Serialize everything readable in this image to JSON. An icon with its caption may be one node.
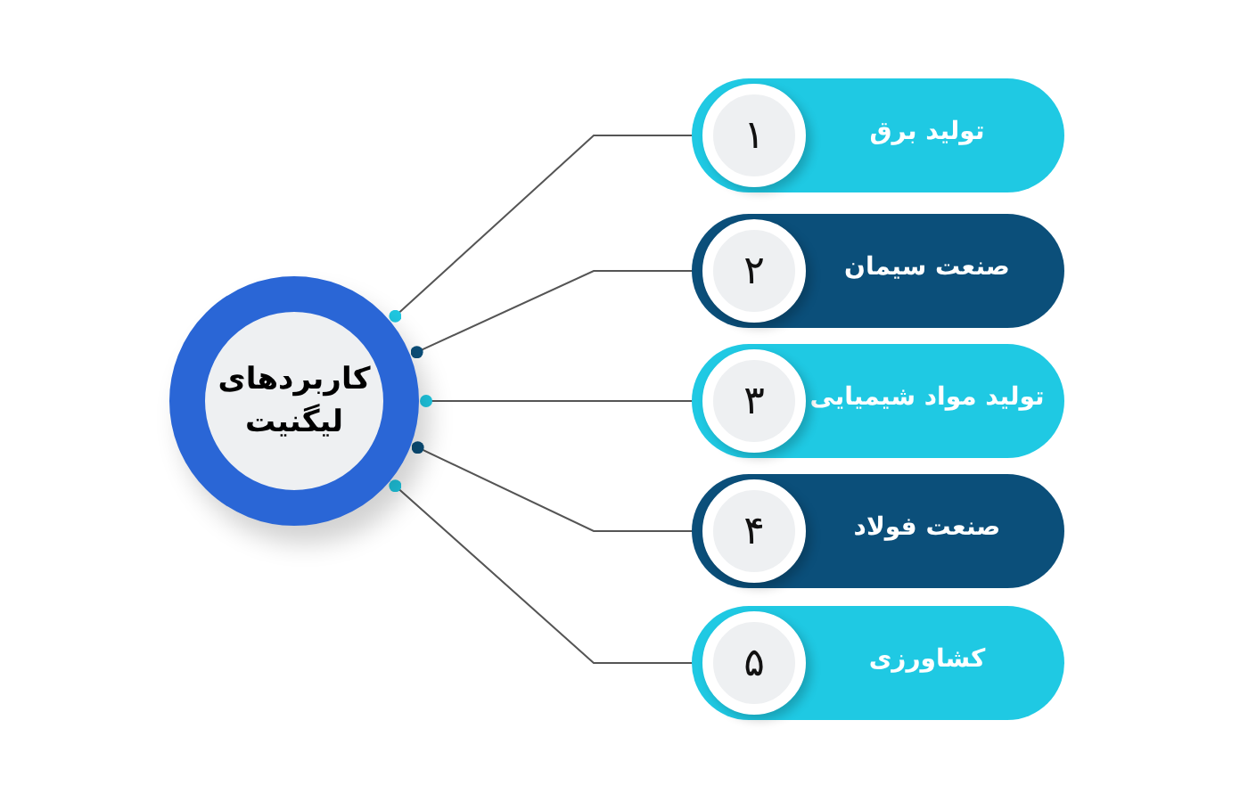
{
  "diagram": {
    "nodes": [
      {
        "text": [
          "کاربردهای لیگنیت"
        ]
      },
      {
        "text": [
          "تولید برق"
        ]
      },
      {
        "text": [
          "۱"
        ],
        "in": 1
      },
      {
        "text": [
          "صنعت سیمان"
        ]
      },
      {
        "text": [
          "۲"
        ],
        "in": 3
      },
      {
        "text": [
          "تولید مواد شیمیایی"
        ]
      },
      {
        "text": [
          "۳"
        ],
        "in": 5
      },
      {
        "text": [
          "صنعت فولاد"
        ]
      },
      {
        "text": [
          "۴"
        ],
        "in": 7
      },
      {
        "text": [
          "کشاورزی"
        ]
      },
      {
        "text": [
          "۵"
        ],
        "in": 9
      }
    ],
    "edges": [
      {
        "from": 0,
        "to": 2,
        "arrow": "other"
      },
      {
        "from": 0,
        "to": 4,
        "arrow": "other"
      },
      {
        "from": 0,
        "to": 6,
        "arrow": "other"
      },
      {
        "from": 0,
        "to": 8,
        "arrow": "other"
      },
      {
        "from": 0,
        "to": 10,
        "arrow": "other"
      }
    ]
  }
}
